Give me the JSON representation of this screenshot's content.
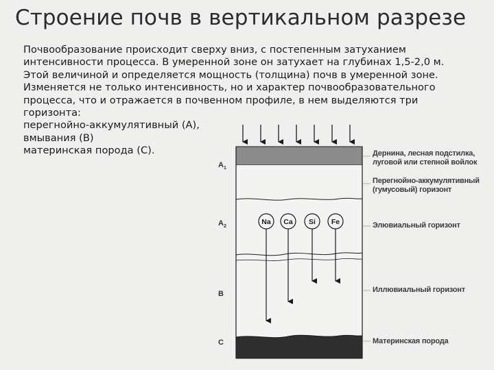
{
  "title": "Строение почв в вертикальном разрезе",
  "text_lines": [
    "Почвообразование происходит сверху вниз, с постепенным затуханием",
    "интенсивности процесса. В умеренной зоне он затухает на глубинах 1,5-2,0 м.",
    "Этой величиной и определяется мощность (толщина) почв в умеренной зоне.",
    "Изменяется не только интенсивность, но и характер почвообразовательного",
    "процесса, что и отражается в почвенном профиле, в нем выделяются три",
    "горизонта:",
    "перегнойно-аккумулятивный (А),",
    "вмывания (В)",
    "материнская порода (С)."
  ],
  "diagram": {
    "horizons": {
      "a1": "A",
      "a1_sub": "1",
      "a2": "A",
      "a2_sub": "2",
      "b": "B",
      "c": "C"
    },
    "labels": {
      "litter_line1": "Дернина, лесная подстилка,",
      "litter_line2": "луговой или степной войлок",
      "humus_line1": "Перегнойно-аккумулятивный",
      "humus_line2": "(гумусовый) горизонт",
      "eluvial": "Элювиальный горизонт",
      "illuvial": "Иллювиальный горизонт",
      "parent": "Материнская порода"
    },
    "elements": [
      "Na",
      "Ca",
      "Si",
      "Fe"
    ],
    "colors": {
      "litter": "#8c8c8c",
      "parent_rock": "#2e2e2e",
      "line": "#1a1a1a"
    }
  }
}
